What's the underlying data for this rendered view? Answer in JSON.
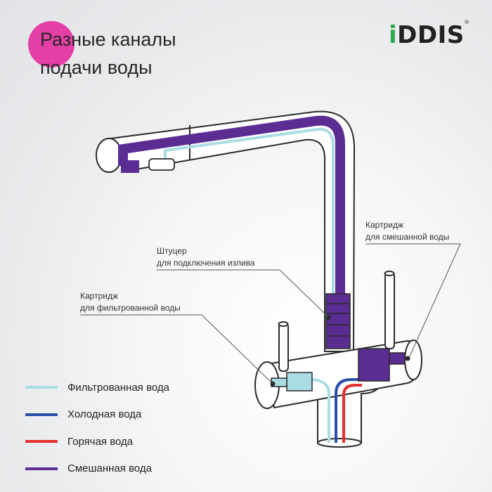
{
  "title": {
    "line1": "Разные каналы",
    "line2": "подачи воды",
    "accent_color": "#e33fa5"
  },
  "logo": {
    "text_before": "i",
    "text_after": "DDIS",
    "reg_mark": "®",
    "dot_color": "#2fa84f"
  },
  "callouts": {
    "mixed_cartridge": {
      "line1": "Картридж",
      "line2": "для смешанной воды"
    },
    "spout_fitting": {
      "line1": "Штуцер",
      "line2": "для подключения излива"
    },
    "filtered_cartridge": {
      "line1": "Картридж",
      "line2": "для фильтрованной воды"
    }
  },
  "legend": [
    {
      "label": "Фильтрованная вода",
      "color": "#a9dde3"
    },
    {
      "label": "Холодная вода",
      "color": "#2b4ea8"
    },
    {
      "label": "Горячая вода",
      "color": "#e52e2e"
    },
    {
      "label": "Смешанная вода",
      "color": "#5b2c92"
    }
  ],
  "colors": {
    "outline": "#2a2a2a",
    "filtered": "#a9dde3",
    "cold": "#2b4ea8",
    "hot": "#e52e2e",
    "mixed": "#5b2c92"
  }
}
